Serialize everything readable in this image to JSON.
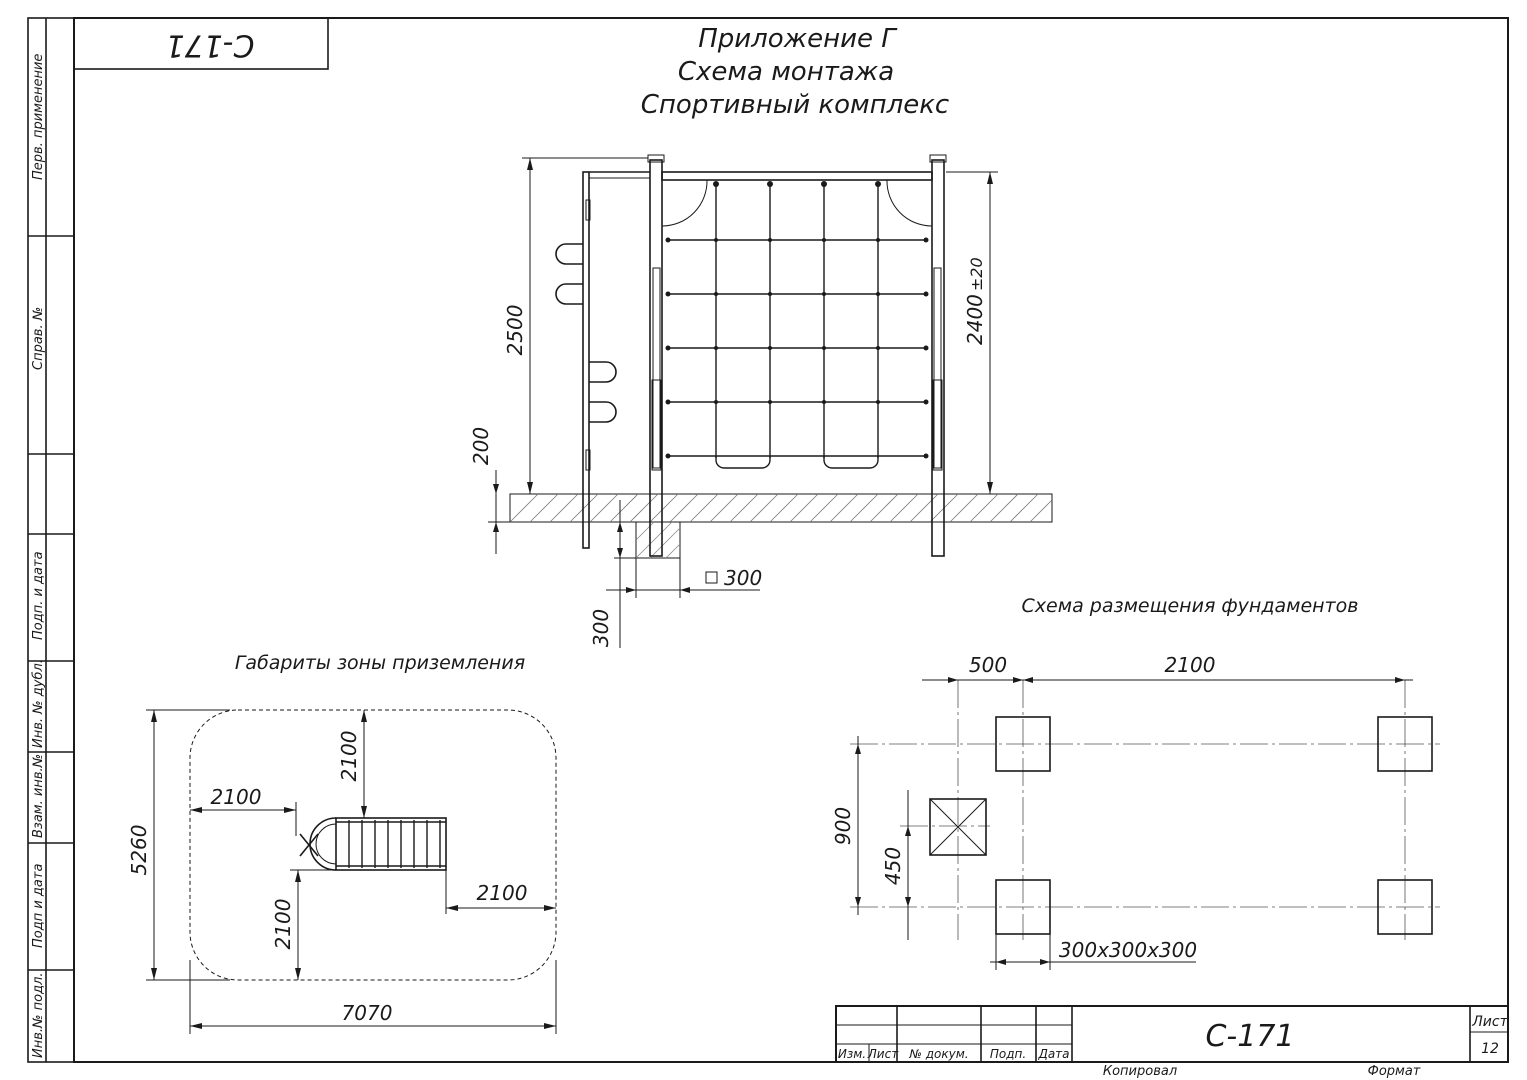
{
  "sheet": {
    "stamp_code": "С-171",
    "title_lines": [
      "Приложение Г",
      "Схема монтажа",
      "Спортивный комплекс"
    ]
  },
  "side_strip": {
    "labels": [
      "Перв. применение",
      "Справ. №",
      "Подп. и дата",
      "Инв. № дубл.",
      "Взам. инв.№",
      "Подп и дата",
      "Инв.№ подл."
    ]
  },
  "elevation": {
    "dim_2500": "2500",
    "dim_2400": "2400",
    "dim_tol": "±20",
    "dim_200": "200",
    "dim_300_depth": "300",
    "dim_300_square": "300",
    "square_symbol": "□"
  },
  "landing_zone": {
    "title": "Габариты зоны приземления",
    "dim_height": "5260",
    "dim_width": "7070",
    "dim_left": "2100",
    "dim_top": "2100",
    "dim_right": "2100",
    "dim_bottom": "2100"
  },
  "foundations": {
    "title": "Схема размещения фундаментов",
    "dim_500": "500",
    "dim_2100": "2100",
    "dim_900": "900",
    "dim_450": "450",
    "dim_size": "300х300х300"
  },
  "title_block": {
    "code": "С-171",
    "col_labels": [
      "Изм.",
      "Лист",
      "№ докум.",
      "Подп.",
      "Дата"
    ],
    "sheet_label": "Лист",
    "sheet_number": "12",
    "copied_label": "Копировал",
    "format_label": "Формат"
  }
}
